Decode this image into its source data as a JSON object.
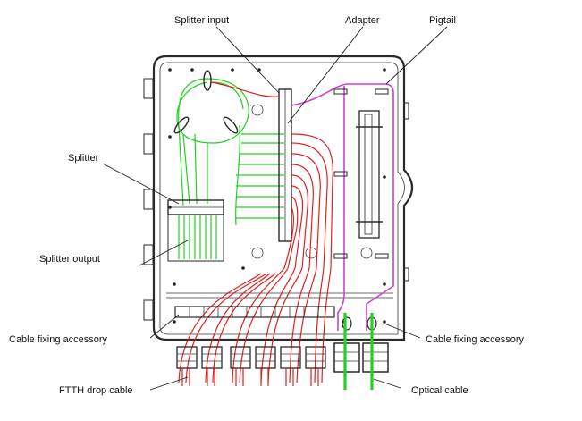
{
  "labels": {
    "splitter_input": "Splitter input",
    "adapter": "Adapter",
    "pigtail": "Pigtail",
    "splitter": "Splitter",
    "splitter_output": "Splitter output",
    "cable_fixing_left": "Cable fixing accessory",
    "cable_fixing_right": "Cable fixing accessory",
    "ftth_drop_cable": "FTTH drop cable",
    "optical_cable": "Optical cable"
  },
  "colors": {
    "fiber_green": "#22d022",
    "fiber_red": "#e02020",
    "pigtail_magenta": "#d040d0",
    "line_dark": "#2a2a2a"
  },
  "icons": {
    "adapter_panel": "adapter-panel-icon",
    "splitter_module": "splitter-module-icon",
    "cable_gland": "cable-gland-icon"
  }
}
